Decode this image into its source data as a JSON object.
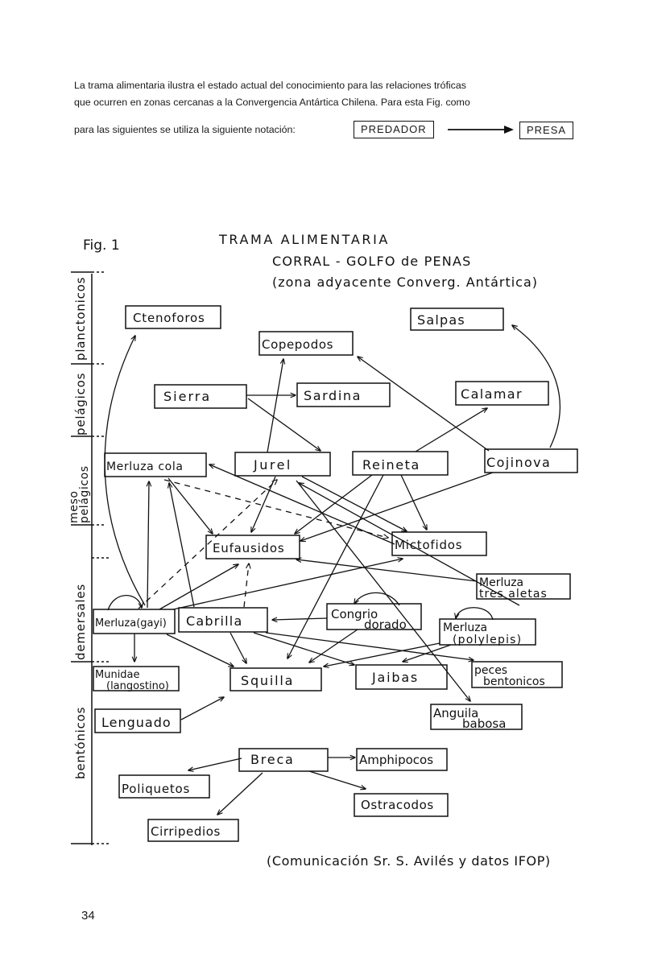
{
  "intro": {
    "line1": "La trama alimentaria ilustra el estado actual del conocimiento para las relaciones tróficas",
    "line2": "que ocurren en zonas cercanas a la Convergencia Antártica Chilena. Para esta Fig. como",
    "line3": "para las siguientes se utiliza la siguiente notación:",
    "notation_predator": "PREDADOR",
    "notation_prey": "PRESA"
  },
  "figure": {
    "label": "Fig. 1",
    "title": "TRAMA ALIMENTARIA",
    "subtitle1": "CORRAL - GOLFO de PENAS",
    "subtitle2": "(zona adyacente Converg. Antártica)",
    "credit": "(Comunicación Sr. S. Avilés y datos IFOP)"
  },
  "zones": {
    "planctonicos": "planctonicos",
    "pelagicos": "pelágicos",
    "mesopelagicos_1": "meso",
    "mesopelagicos_2": "pelágicos",
    "demersales": "demersales",
    "bentonicos": "bentónicos"
  },
  "nodes": {
    "ctenoforos": "Ctenoforos",
    "salpas": "Salpas",
    "copepodos": "Copepodos",
    "sierra": "Sierra",
    "sardina": "Sardina",
    "calamar": "Calamar",
    "merluza_cola": "Merluza cola",
    "jurel": "Jurel",
    "reineta": "Reineta",
    "cojinova": "Cojinova",
    "eufausidos": "Eufausidos",
    "mictofidos": "Mictofidos",
    "merluza_tres_aletas_1": "Merluza",
    "merluza_tres_aletas_2": "tres aletas",
    "merluza_gayi": "Merluza(gayi)",
    "cabrilla": "Cabrilla",
    "congrio_1": "Congrio",
    "congrio_2": "dorado",
    "merluza_polylepis_1": "Merluza",
    "merluza_polylepis_2": "(polylepis)",
    "munidae_1": "Munidae",
    "munidae_2": "(langostino)",
    "squilla": "Squilla",
    "jaibas": "Jaibas",
    "peces_bentonicos_1": "peces",
    "peces_bentonicos_2": "bentonicos",
    "lenguado": "Lenguado",
    "anguila_1": "Anguila",
    "anguila_2": "babosa",
    "breca": "Breca",
    "amphipocos": "Amphipocos",
    "poliquetos": "Poliquetos",
    "ostracodos": "Ostracodos",
    "cirripedios": "Cirripedios"
  },
  "page_number": "34"
}
